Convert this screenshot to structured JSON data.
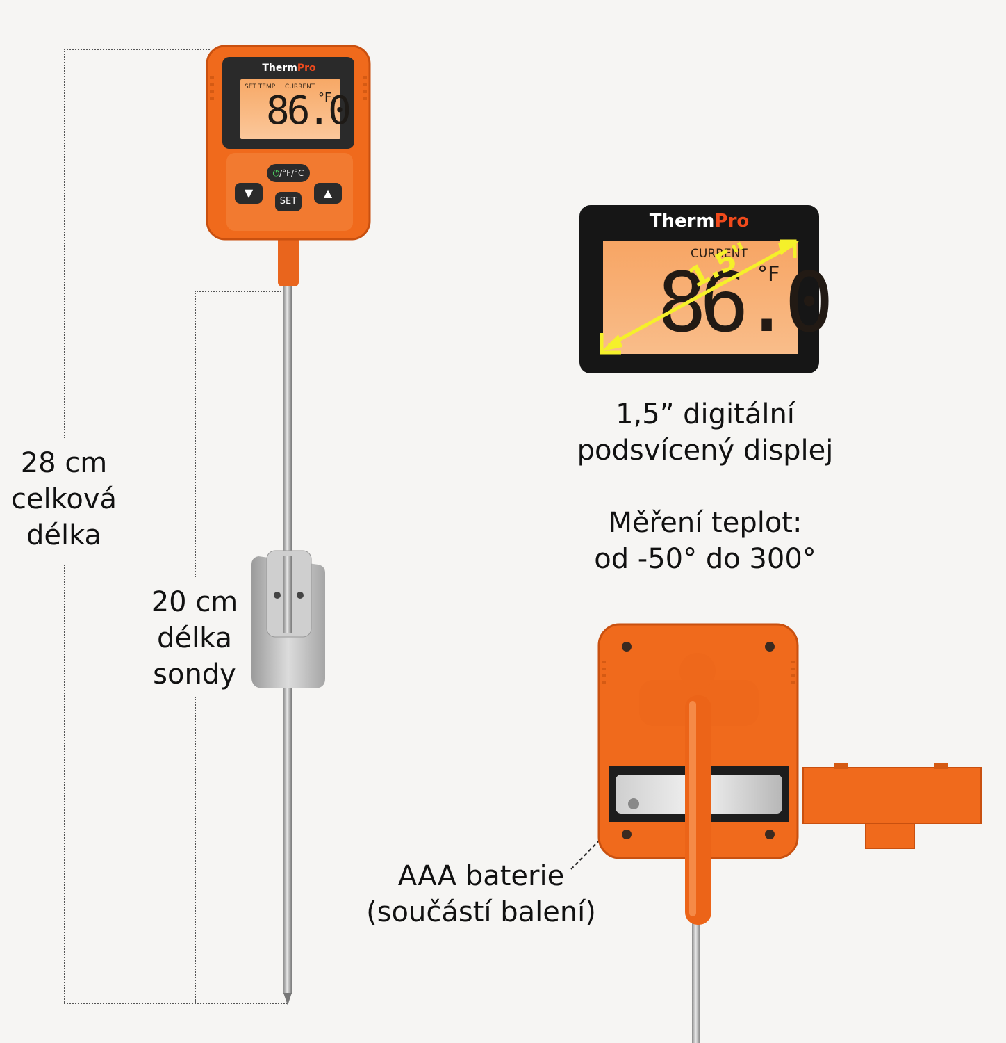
{
  "product": {
    "brand_part1": "Therm",
    "brand_part2": "Pro",
    "lcd_set_temp": "SET TEMP",
    "lcd_current": "CURRENT",
    "lcd_reading": "86.0",
    "lcd_unit": "°F",
    "button_unit_toggle": "/°F/°C",
    "button_down": "▼",
    "button_set": "SET",
    "button_up": "▲"
  },
  "display_closeup": {
    "brand_part1": "Therm",
    "brand_part2": "Pro",
    "current": "CURRENT",
    "reading": "86.0",
    "unit": "°F",
    "diagonal": "1.5\""
  },
  "labels": {
    "total_length_line1": "28 cm",
    "total_length_line2": "celková",
    "total_length_line3": "délka",
    "probe_length_line1": "20 cm",
    "probe_length_line2": "délka",
    "probe_length_line3": "sondy",
    "display_line1": "1,5” digitální",
    "display_line2": "podsvícený displej",
    "range_line1": "Měření teplot:",
    "range_line2": "od -50° do 300°",
    "battery_line1": "AAA baterie",
    "battery_line2": "(součástí balení)"
  },
  "colors": {
    "orange": "#f06a1c",
    "dark_orange": "#c9500f",
    "lcd_back": "#f7b27a",
    "bezel": "#1c1c1c",
    "arrow_yellow": "#f5f02a"
  }
}
